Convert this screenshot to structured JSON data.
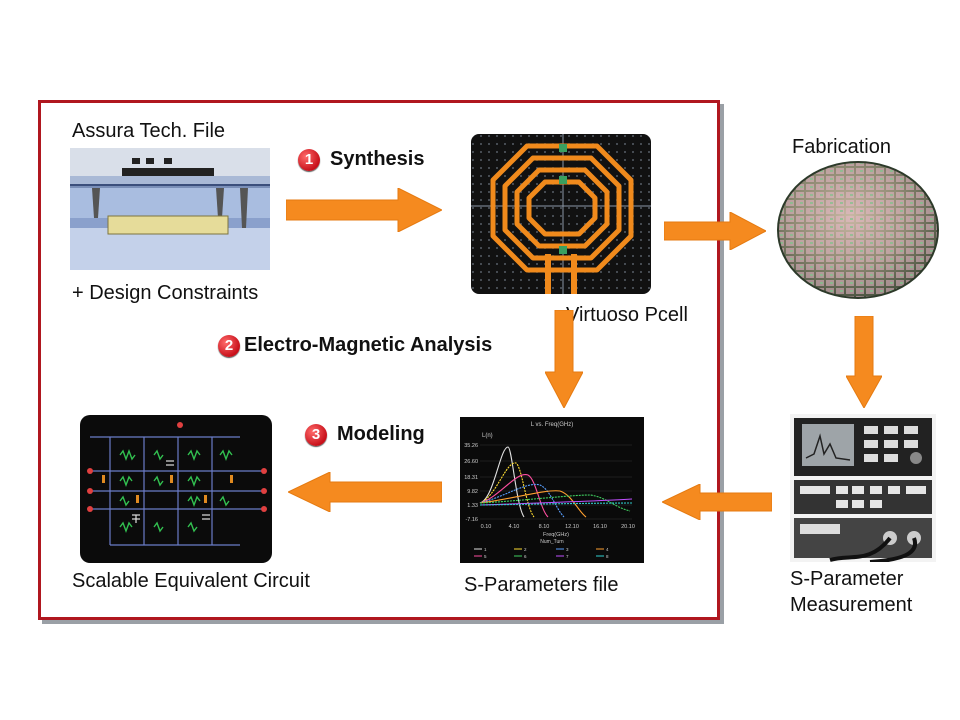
{
  "labels": {
    "tech_file": "Assura Tech. File",
    "design_constraints": "+ Design Constraints",
    "virtuoso_pcell": "Virtuoso Pcell",
    "fabrication": "Fabrication",
    "s_param_measurement_line1": "S-Parameter",
    "s_param_measurement_line2": "Measurement",
    "s_params_file": "S-Parameters file",
    "scalable_circuit": "Scalable Equivalent Circuit"
  },
  "steps": [
    {
      "number": "1",
      "label": "Synthesis"
    },
    {
      "number": "2",
      "label": "Electro-Magnetic Analysis"
    },
    {
      "number": "3",
      "label": "Modeling"
    }
  ],
  "plot": {
    "title": "L vs. Freq(GHz)",
    "ylabel": "L(n)",
    "xlabel": "Freq(GHz)",
    "legend_title": "Num_Turn",
    "yticks": [
      "35.26",
      "26.60",
      "18.31",
      "9.82",
      "1.33",
      "-7.16"
    ],
    "xticks": [
      "0.10",
      "4.10",
      "8.10",
      "12.10",
      "16.10",
      "20.10"
    ],
    "legend_items": [
      "1",
      "2",
      "3",
      "4",
      "5",
      "6",
      "7",
      "8"
    ]
  },
  "colors": {
    "frame": "#b0171f",
    "arrow": "#f58a1f",
    "inductor": "#f08a1c"
  }
}
